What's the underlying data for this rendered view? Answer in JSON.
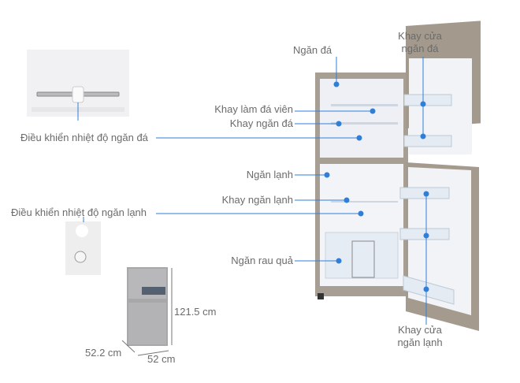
{
  "labels": {
    "freezer": "Ngăn đá",
    "freezer_door_tray": [
      "Khay cửa",
      "ngăn đá"
    ],
    "ice_tray": "Khay làm đá viên",
    "freezer_shelf": "Khay ngăn đá",
    "freezer_temp_control": "Điều khiển nhiệt độ ngăn đá",
    "fridge": "Ngăn lạnh",
    "fridge_shelf": "Khay ngăn lạnh",
    "fridge_temp_control": "Điều  khiển nhiệt độ ngăn lạnh",
    "crisper": "Ngăn rau quả",
    "fridge_door_tray": [
      "Khay cửa",
      "ngăn lạnh"
    ]
  },
  "dimensions": {
    "height": "121.5 cm",
    "depth": "52.2 cm",
    "width": "52 cm"
  },
  "colors": {
    "accent": "#2f7fd8",
    "label": "#6b6b6b",
    "steel": "#9a9a9a"
  }
}
